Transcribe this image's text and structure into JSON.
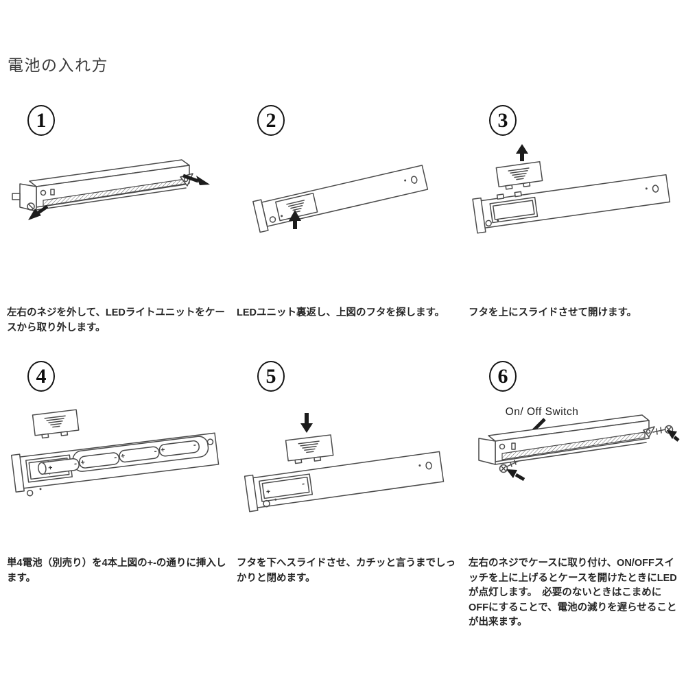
{
  "page": {
    "title": "電池の入れ方",
    "background": "#ffffff"
  },
  "colors": {
    "line": "#4a4a4a",
    "arrow": "#1c1c1c",
    "text": "#262626",
    "title_text": "#3a3a3a"
  },
  "symbols": {
    "plus": "+",
    "minus": "-"
  },
  "steps": [
    {
      "number": "1",
      "caption": "左右のネジを外して、LEDライトユニットをケースから取り外します。",
      "illustration": "LEDライトユニット（斜め図）。両端のネジ位置から外向きの黒矢印"
    },
    {
      "number": "2",
      "caption": "LEDユニット裏返し、上図のフタを探します。",
      "illustration": "裏返したユニット。左側の電池フタに上向きの黒矢印"
    },
    {
      "number": "3",
      "caption": "フタを上にスライドさせて開けます。",
      "illustration": "フタが外れて上に浮いた状態。上向きの黒矢印"
    },
    {
      "number": "4",
      "caption": "単4電池（別売り）を4本上図の+-の通りに挿入します。",
      "illustration": "開いた電池ボックスに単4電池4本（+-表示付き）"
    },
    {
      "number": "5",
      "caption": "フタを下へスライドさせ、カチッと言うまでしっかりと閉めます。",
      "illustration": "フタの上から下向きの黒矢印。電池室に+-表示"
    },
    {
      "number": "6",
      "caption": "左右のネジでケースに取り付け、ON/OFFスイッチを上に上げるとケースを開けたときにLEDが点灯します。　必要のないときはこまめにOFFにすることで、電池の減りを遅らせることが出来ます。",
      "switch_label": "On/ Off Switch",
      "illustration": "ユニットを両端のネジで取り付け（内向き矢印）。On/Off Switch のラベルと矢印"
    }
  ]
}
